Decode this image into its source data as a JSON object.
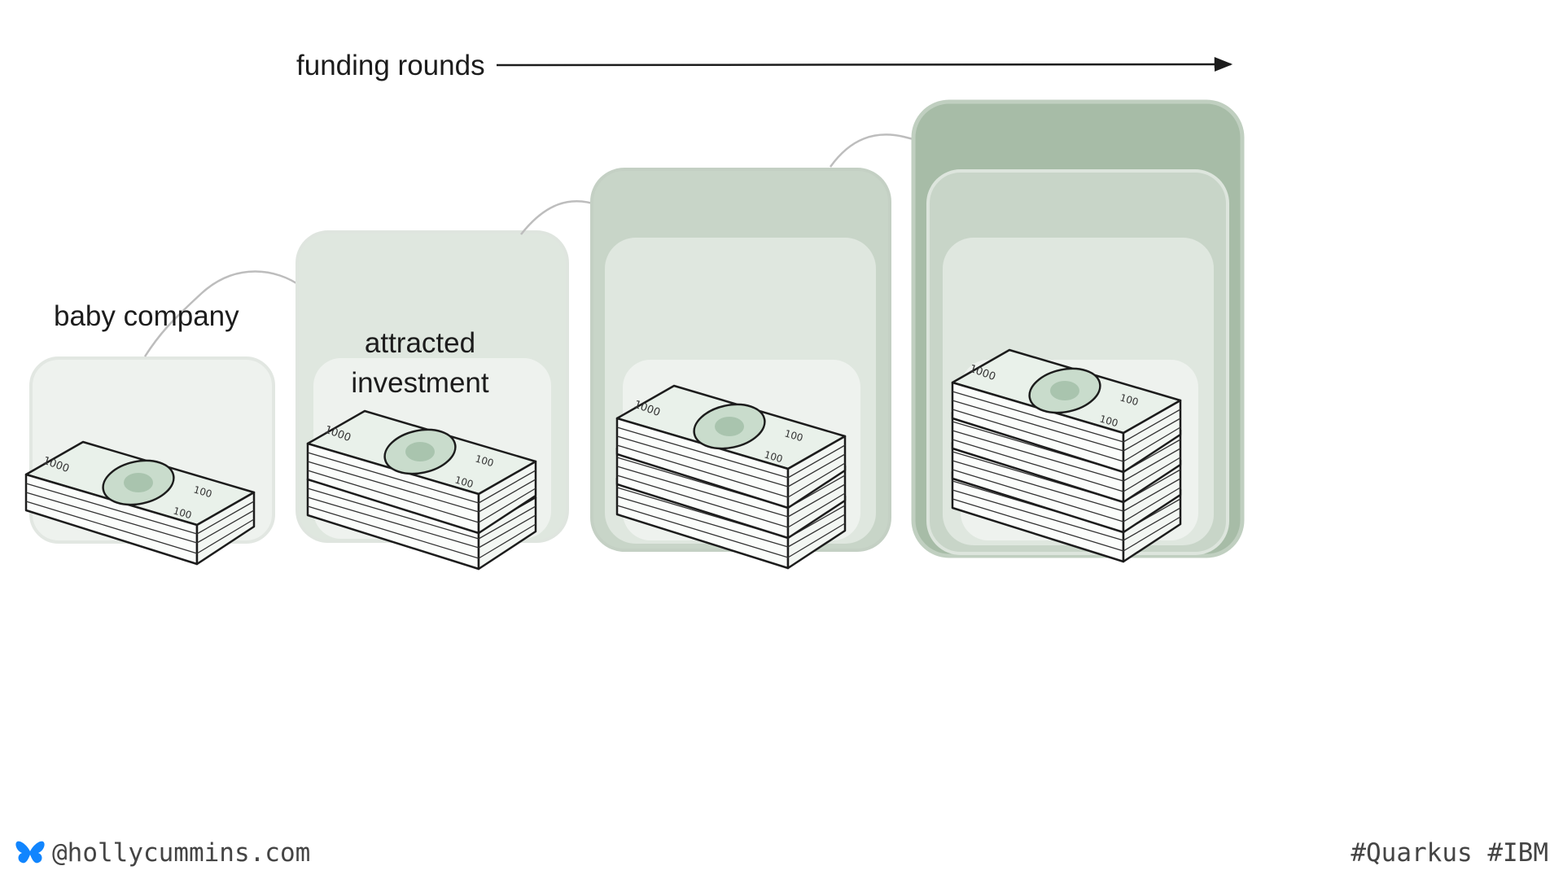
{
  "diagram": {
    "axis_label": "funding rounds",
    "label_start": "baby company",
    "label_middle_line1": "attracted",
    "label_middle_line2": "investment"
  },
  "footer": {
    "handle": "@hollycummins.com",
    "handle_icon": "butterfly-icon",
    "hashtags": "#Quarkus #IBM"
  },
  "colors": {
    "box_lightest": "#eef2ee",
    "box_light": "#dfe7df",
    "box_mid": "#c8d5c8",
    "box_dark": "#a7bca7",
    "cash_green": "#c9dccc",
    "ink": "#1c1c1c",
    "butterfly": "#1185fe"
  }
}
